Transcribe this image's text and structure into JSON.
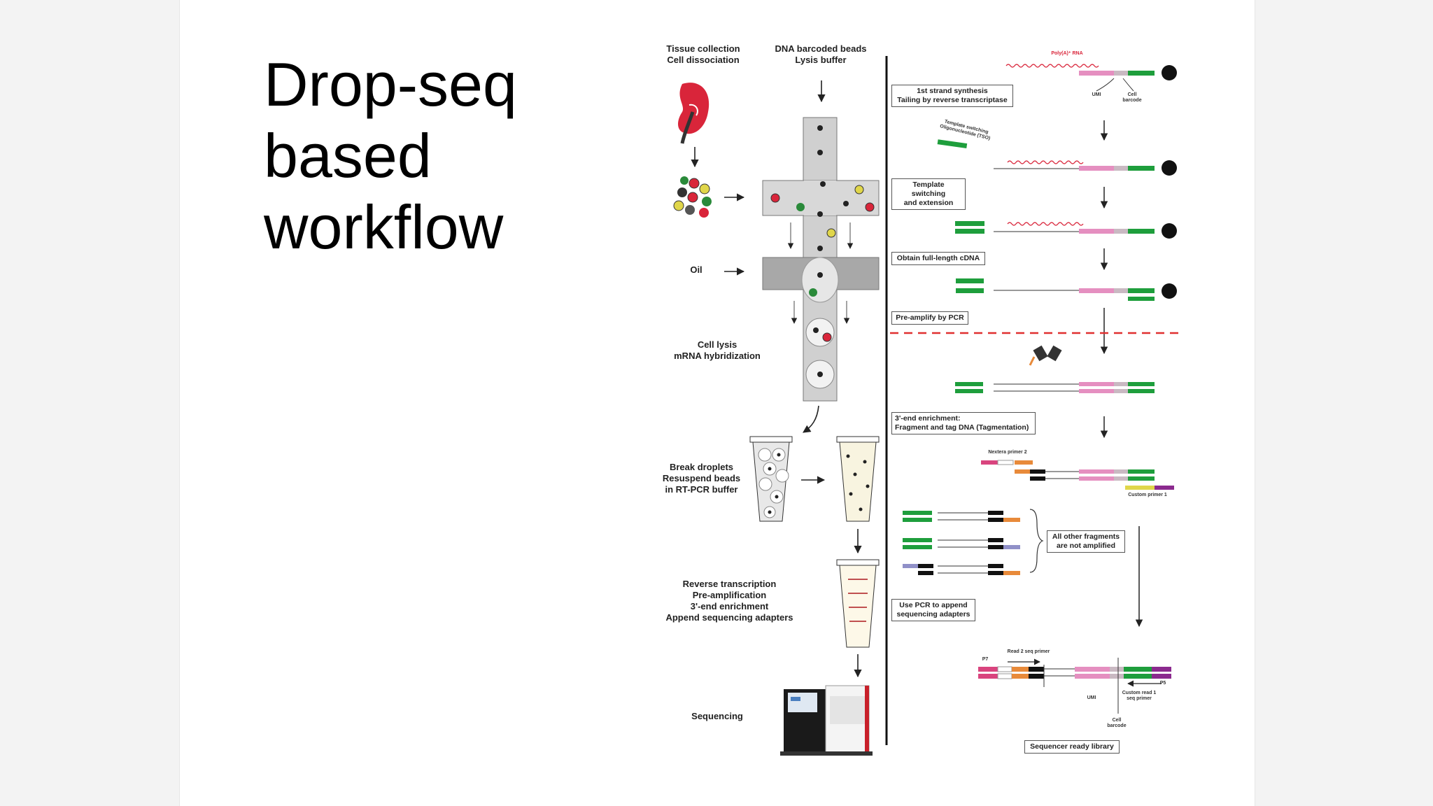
{
  "slide": {
    "title": "Drop-seq\nbased\nworkflow"
  },
  "left_panel": {
    "tissue_label": "Tissue collection\nCell dissociation",
    "beads_label": "DNA barcoded beads\nLysis buffer",
    "oil_label": "Oil",
    "lysis_label": "Cell lysis\nmRNA hybridization",
    "break_label": "Break droplets\nResuspend beads\nin RT-PCR buffer",
    "rt_label": "Reverse transcription\nPre-amplification\n3'-end enrichment\nAppend sequencing adapters",
    "seq_label": "Sequencing"
  },
  "right_panel": {
    "polya_label": "Poly(A)⁺ RNA",
    "umi_label": "UMI",
    "cell_barcode_label": "Cell\nbarcode",
    "tso_label": "Template switching\nOligonucleotide (TSO)",
    "step1": "1st strand synthesis\nTailing by reverse transcriptase",
    "step2": "Template switching\nand extension",
    "step3": "Obtain full-length cDNA",
    "step4": "Pre-amplify by PCR",
    "step5": "3'-end enrichment:\nFragment and tag DNA (Tagmentation)",
    "nextera_label": "Nextera primer 2",
    "custom_primer_label": "Custom primer 1",
    "not_amplified": "All other fragments\nare not amplified",
    "step6": "Use PCR to append\nsequencing adapters",
    "read2_label": "Read 2 seq primer",
    "p7_label": "P7",
    "p5_label": "P5",
    "custom_read1_label": "Custom read 1\nseq primer",
    "umi_label2": "UMI",
    "cell_barcode_label2": "Cell\nbarcode",
    "final_label": "Sequencer ready library"
  },
  "colors": {
    "green": "#1e9e3c",
    "pink": "#e58fc0",
    "orange": "#e88a3a",
    "purple": "#8b2a8e",
    "red_tissue": "#d9253a",
    "red_dash": "#e03030",
    "chip_gray": "#cccccc"
  }
}
